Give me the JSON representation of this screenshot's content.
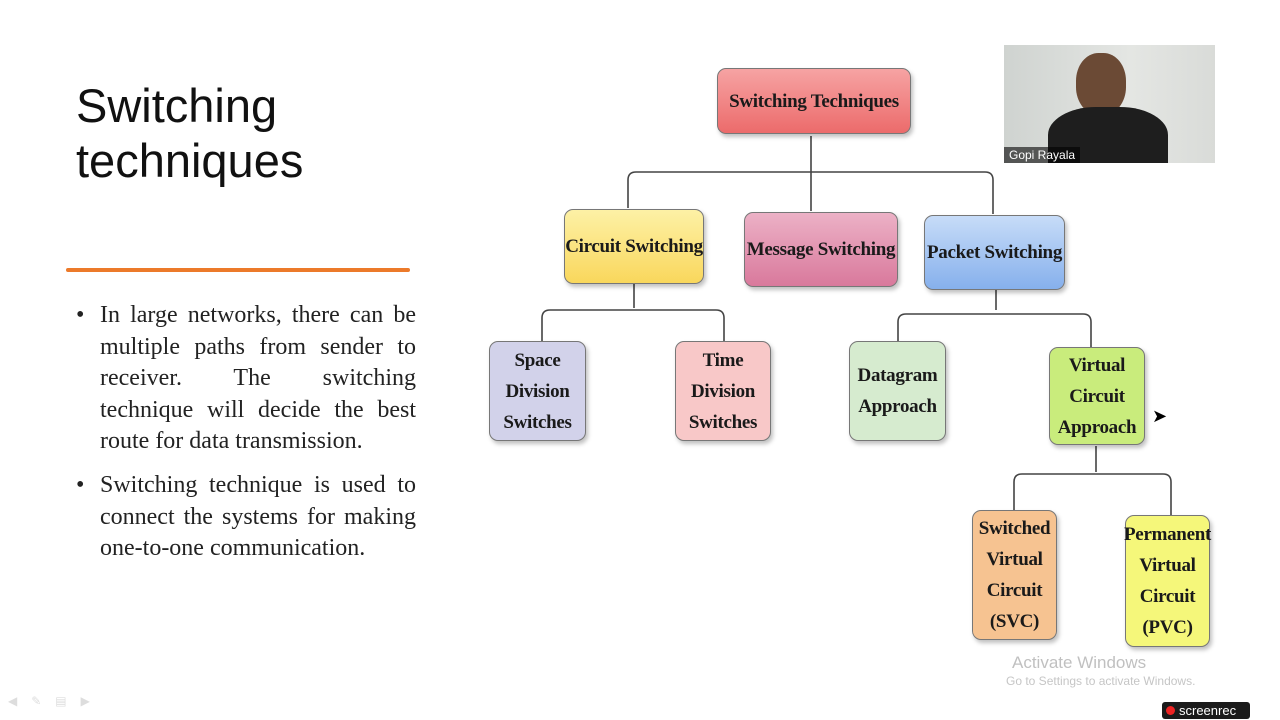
{
  "slide": {
    "title_line1": "Switching",
    "title_line2": "techniques",
    "bullets": [
      "In large networks, there can be multiple paths from sender to receiver. The switching technique will decide the best route for data transmission.",
      "Switching technique is used to connect the systems for making one-to-one communication."
    ]
  },
  "diagram": {
    "root": "Switching Techniques",
    "circuit": "Circuit Switching",
    "message": "Message Switching",
    "packet": "Packet Switching",
    "space": "Space Division Switches",
    "time": "Time Division Switches",
    "datagram": "Datagram Approach",
    "virtual": "Virtual Circuit Approach",
    "svc": "Switched Virtual Circuit (SVC)",
    "pvc": "Permanent Virtual Circuit (PVC)"
  },
  "webcam": {
    "name": "Gopi Rayala"
  },
  "watermark": {
    "line1": "Activate Windows",
    "line2": "Go to Settings to activate Windows."
  },
  "recorder": {
    "label": "screenrec"
  },
  "colors": {
    "accent_rule": "#ec7a2a"
  }
}
